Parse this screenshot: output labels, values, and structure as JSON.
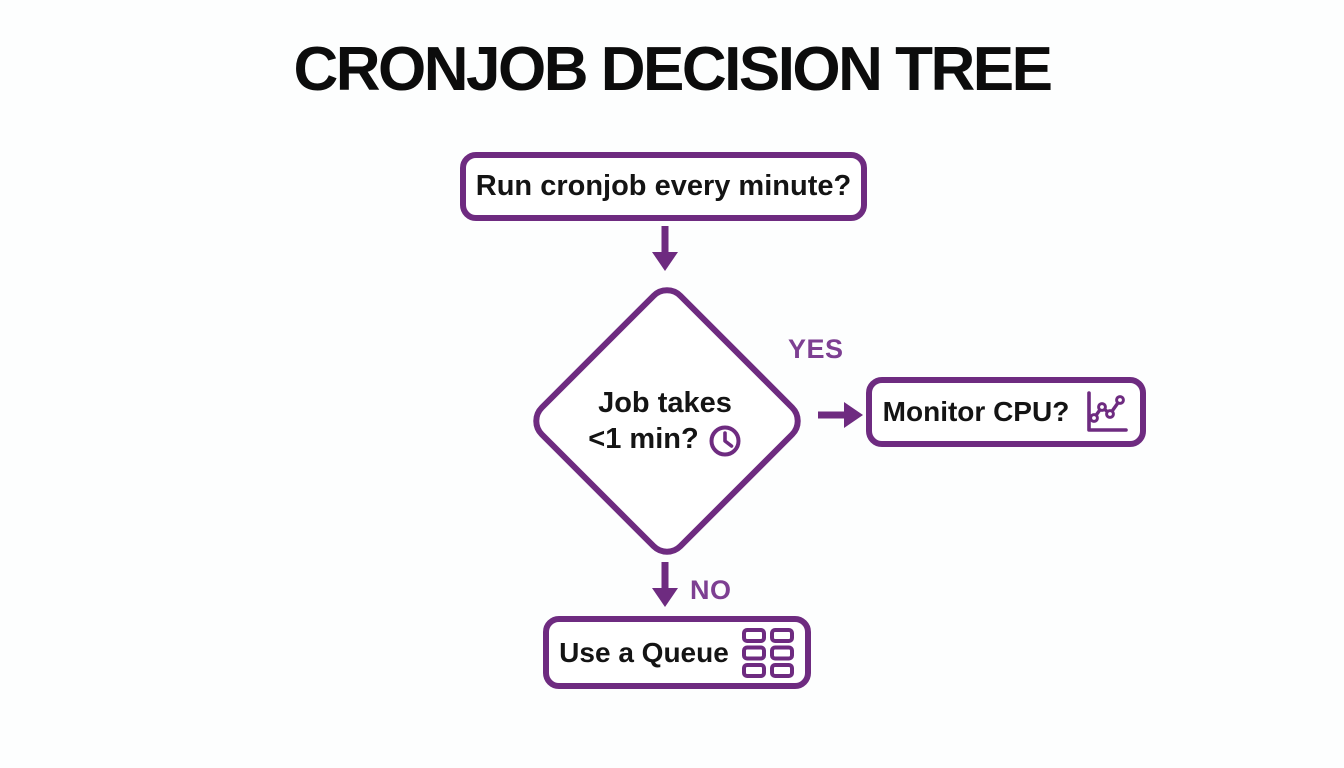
{
  "title": "CRONJOB DECISION TREE",
  "colors": {
    "outline": "#6e2b80",
    "branch_label": "#7d3f92",
    "text": "#141414",
    "background": "#fdfefe"
  },
  "flowchart": {
    "start_node": {
      "label": "Run cronjob every minute?"
    },
    "decision_node": {
      "line1": "Job takes",
      "line2": "<1 min?",
      "icon": "clock-icon"
    },
    "branches": {
      "yes": "YES",
      "no": "NO"
    },
    "yes_node": {
      "label": "Monitor CPU?",
      "icon": "line-chart-icon"
    },
    "no_node": {
      "label": "Use a Queue",
      "icon": "queue-grid-icon"
    }
  }
}
